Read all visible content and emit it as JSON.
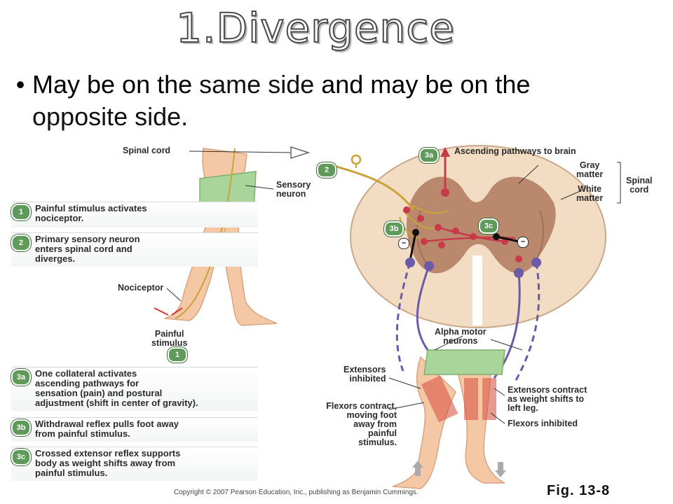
{
  "slide": {
    "title": "1.Divergence",
    "bullet": {
      "part1": "May be on the ",
      "emph1": "same side",
      "part2": " and may be on the",
      "emph2": "opposite side",
      "end": "."
    }
  },
  "figure": {
    "labels": {
      "spinal_cord_top": "Spinal cord",
      "sensory_neuron": "Sensory\nneuron",
      "ascending": "Ascending pathways to brain",
      "gray_matter": "Gray\nmatter",
      "white_matter": "White\nmatter",
      "spinal_cord_right": "Spinal\ncord",
      "nociceptor": "Nociceptor",
      "painful_stimulus": "Painful\nstimulus",
      "alpha_motor": "Alpha motor\nneurons",
      "extensors_inhibited": "Extensors\ninhibited",
      "flexors_contract": "Flexors contract,\nmoving foot\naway from\npainful\nstimulus.",
      "extensors_contract": "Extensors contract\nas weight shifts to\nleft leg.",
      "flexors_inhibited": "Flexors inhibited"
    },
    "badges": {
      "b1": "1",
      "b2": "2",
      "b3a": "3a",
      "b3b": "3b",
      "b3c": "3c",
      "minus": "–"
    },
    "steps": [
      {
        "badge": "1",
        "text": "Painful stimulus activates\nnociceptor."
      },
      {
        "badge": "2",
        "text": "Primary sensory neuron\nenters spinal cord and\ndiverges."
      },
      {
        "badge": "3a",
        "text": "One collateral activates\nascending pathways for\nsensation (pain) and postural\nadjustment (shift in center of gravity)."
      },
      {
        "badge": "3b",
        "text": "Withdrawal reflex pulls foot away\nfrom painful stimulus."
      },
      {
        "badge": "3c",
        "text": "Crossed extensor reflex supports\nbody as weight shifts away from\npainful stimulus."
      }
    ],
    "colors": {
      "skin": "#f4c8a4",
      "shorts": "#a9d59a",
      "cord_white": "#f2dcc4",
      "cord_gray": "#b07a5e",
      "sensory": "#c9a33a",
      "interneuron": "#c83a4a",
      "motor": "#6b5aa8",
      "badge_green": "#5f9a5a"
    }
  },
  "footer": {
    "copyright": "Copyright © 2007 Pearson Education, Inc., publishing as Benjamin Cummings.",
    "fig_no": "Fig. 13-8"
  }
}
